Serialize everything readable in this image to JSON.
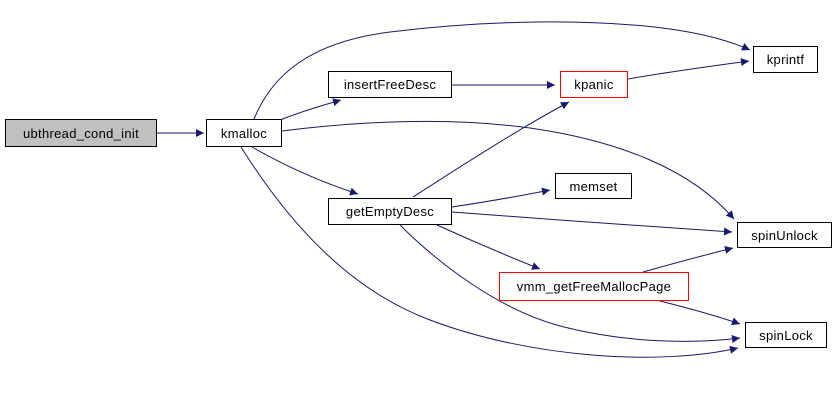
{
  "graph": {
    "type": "call-graph",
    "root_function": "ubthread_cond_init",
    "colors": {
      "background": "#ffffff",
      "edge": "#191970",
      "node_border": "#000000",
      "highlight_border": "#ff0000",
      "root_fill": "#c0c0c0",
      "node_fill": "#ffffff",
      "text": "#000000"
    },
    "nodes": [
      {
        "label": "ubthread_cond_init",
        "type": "root"
      },
      {
        "label": "kmalloc",
        "type": "normal"
      },
      {
        "label": "insertFreeDesc",
        "type": "normal"
      },
      {
        "label": "kpanic",
        "type": "highlight"
      },
      {
        "label": "kprintf",
        "type": "normal"
      },
      {
        "label": "getEmptyDesc",
        "type": "normal"
      },
      {
        "label": "memset",
        "type": "normal"
      },
      {
        "label": "spinUnlock",
        "type": "normal"
      },
      {
        "label": "vmm_getFreeMallocPage",
        "type": "highlight"
      },
      {
        "label": "spinLock",
        "type": "normal"
      }
    ],
    "edges": [
      {
        "from": "ubthread_cond_init",
        "to": "kmalloc"
      },
      {
        "from": "kmalloc",
        "to": "insertFreeDesc"
      },
      {
        "from": "kmalloc",
        "to": "kprintf"
      },
      {
        "from": "kmalloc",
        "to": "spinUnlock"
      },
      {
        "from": "kmalloc",
        "to": "getEmptyDesc"
      },
      {
        "from": "kmalloc",
        "to": "spinLock"
      },
      {
        "from": "insertFreeDesc",
        "to": "kpanic"
      },
      {
        "from": "kpanic",
        "to": "kprintf"
      },
      {
        "from": "getEmptyDesc",
        "to": "kpanic"
      },
      {
        "from": "getEmptyDesc",
        "to": "memset"
      },
      {
        "from": "getEmptyDesc",
        "to": "spinUnlock"
      },
      {
        "from": "getEmptyDesc",
        "to": "vmm_getFreeMallocPage"
      },
      {
        "from": "getEmptyDesc",
        "to": "spinLock"
      },
      {
        "from": "vmm_getFreeMallocPage",
        "to": "spinUnlock"
      },
      {
        "from": "vmm_getFreeMallocPage",
        "to": "spinLock"
      }
    ]
  }
}
